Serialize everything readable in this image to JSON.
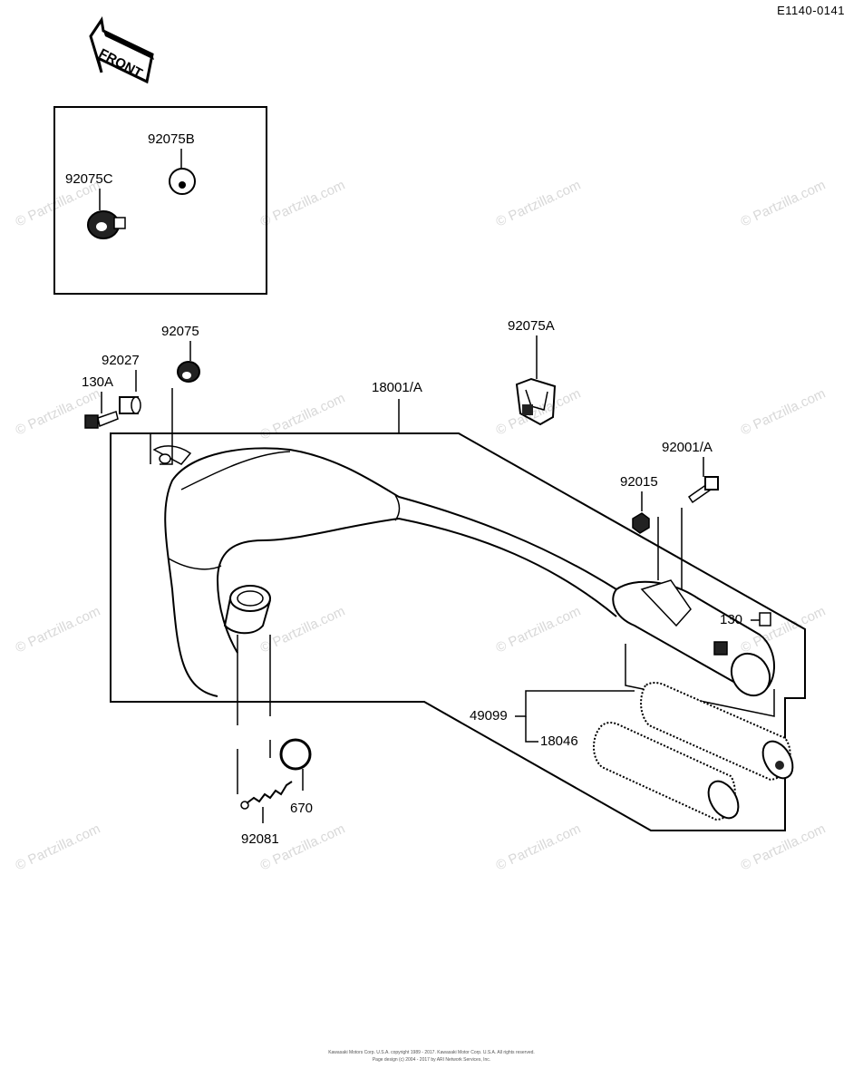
{
  "diagram_code": "E1140-0141",
  "front_label": "FRONT",
  "watermark": "© Partzilla.com",
  "labels": {
    "p92075B": "92075B",
    "p92075C": "92075C",
    "p92075": "92075",
    "p92075A": "92075A",
    "p92027": "92027",
    "p130A": "130A",
    "p18001A": "18001/A",
    "p92001A": "92001/A",
    "p92015": "92015",
    "p130": "130",
    "p49099": "49099",
    "p18046": "18046",
    "p670": "670",
    "p92081": "92081"
  },
  "footer": {
    "line1": "Kawasaki Motors Corp. U.S.A. copyright 1989 - 2017. Kawasaki Motor Corp. U.S.A. All rights reserved.",
    "line2": "Page design (c) 2004 - 2017 by ARI Network Services, Inc."
  }
}
